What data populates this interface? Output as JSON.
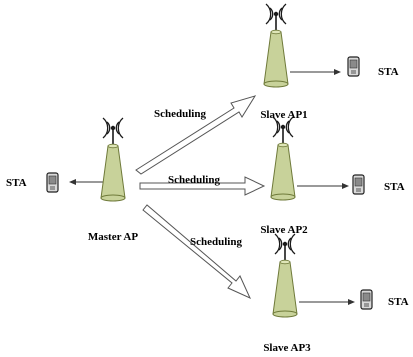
{
  "labels": {
    "sta_left": "STA",
    "master": "Master AP",
    "slave1": "Slave AP1",
    "slave2": "Slave AP2",
    "slave3": "Slave AP3",
    "sta1": "STA",
    "sta2": "STA",
    "sta3": "STA"
  },
  "scheduling": {
    "to_ap1": "Scheduling",
    "to_ap2": "Scheduling",
    "to_ap3": "Scheduling"
  },
  "colors": {
    "ap_fill": "#c8d29a",
    "ap_stroke": "#6f7a3a",
    "antenna": "#1a1a1a",
    "arrow_fill": "#ffffff",
    "arrow_stroke": "#555555",
    "phone_body": "#d9d9d9",
    "phone_screen": "#8a8a8a"
  },
  "icons": {
    "ap": "access-point-icon",
    "sta": "mobile-phone-icon"
  }
}
